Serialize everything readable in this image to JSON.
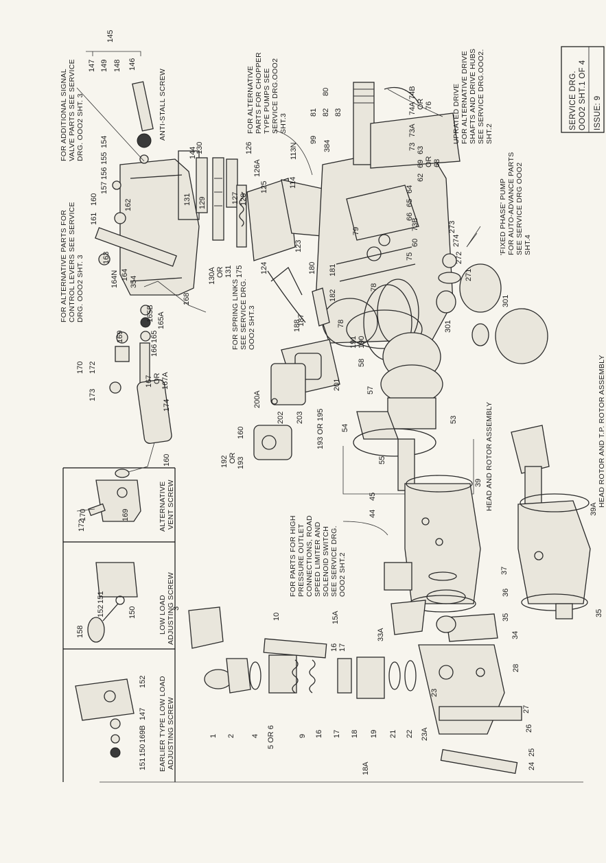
{
  "title_block": {
    "line1": "SERVICE DRG.",
    "line2": "OOO2 SHT.1 OF 4",
    "issue": "ISSUE: 9"
  },
  "notes": {
    "signal_valve": [
      "FOR ADDITIONAL SIGNAL",
      "VALVE PARTS SEE SERVICE",
      "DRG. OOO2 SHT. 3"
    ],
    "control_levers": [
      "FOR ALTERNATIVE PARTS FOR",
      "CONTROL LEVERS SEE SERVICE",
      "DRG. OOO2 SHT. 3"
    ],
    "chopper_pumps": [
      "FOR ALTERNATIVE",
      "PARTS FOR CHOPPER",
      "TYPE PUMPS SEE",
      "SERVICE DRG.OOO2",
      "SHT.3"
    ],
    "uprated_drive": [
      "UPRATED DRIVE",
      "FOR ALTERNATIVE DRIVE",
      "SHAFTS AND DRIVE HUBS",
      "SEE SERVICE DRG.OOO2.",
      "SHT.2"
    ],
    "fixed_phase": [
      "'FIXED PHASE' PUMP",
      "FOR AUTO-ADVANCE PARTS",
      "SEE SERVICE DRG OOO2",
      "SHT.4"
    ],
    "spring_links": [
      "FOR SPRING LINKS",
      "SEE SERVICE DRG.",
      "OOO2 SHT.3"
    ],
    "high_pressure": [
      "FOR PARTS FOR HIGH",
      "PRESSURE OUTLET",
      "CONNECTIONS, ROAD",
      "SPEED LIMITER AND",
      "SOLENOID SWITCH",
      "SEE SERVICE DRG.",
      "OOO2 SHT.2"
    ]
  },
  "captions": {
    "anti_stall": "ANTI-STALL SCREW",
    "head_rotor": "HEAD AND ROTOR ASSEMBLY",
    "head_rotor_tp": "HEAD ROTOR AND T.P. ROTOR ASSEMBLY",
    "alt_vent": [
      "ALTERNATIVE",
      "VENT SCREW"
    ],
    "low_load": [
      "LOW LOAD",
      "ADJUSTING SCREW"
    ],
    "earlier_type": [
      "EARLIER TYPE LOW LOAD",
      "ADJUSTING SCREW"
    ]
  },
  "part_numbers": {
    "top": [
      "145",
      "146",
      "147",
      "148",
      "149",
      "154",
      "155",
      "156",
      "157",
      "160",
      "161",
      "162",
      "163",
      "164N",
      "164",
      "354",
      "165B",
      "165A",
      "165",
      "166",
      "167",
      "OR",
      "167A",
      "168",
      "169",
      "170",
      "172",
      "173",
      "174",
      "160",
      "144",
      "130",
      "131",
      "129",
      "127",
      "128",
      "126",
      "126A",
      "125",
      "113N",
      "114",
      "123",
      "124",
      "175",
      "130A",
      "OR",
      "131"
    ],
    "center": [
      "80",
      "81",
      "82",
      "83",
      "99",
      "384",
      "74A",
      "74B",
      "OR",
      "76",
      "73A",
      "73",
      "63",
      "69",
      "62",
      "OR",
      "68",
      "64",
      "65",
      "66",
      "79",
      "73B",
      "60",
      "75",
      "78",
      "180",
      "181",
      "182",
      "187",
      "188",
      "78",
      "191",
      "190",
      "58",
      "57",
      "273",
      "274",
      "272",
      "271",
      "301",
      "301"
    ],
    "middle": [
      "200A",
      "201",
      "202",
      "203",
      "193 OR 195",
      "160",
      "192",
      "OR",
      "193",
      "54",
      "53",
      "55",
      "39",
      "44",
      "45",
      "37",
      "36",
      "35",
      "39A",
      "35"
    ],
    "lower": [
      "3",
      "1",
      "2",
      "4",
      "5 OR 6",
      "10",
      "15A",
      "16",
      "17",
      "9",
      "16",
      "17",
      "18",
      "19",
      "18A",
      "21",
      "22",
      "33A",
      "34",
      "28",
      "23",
      "23A",
      "27",
      "26",
      "24",
      "25"
    ],
    "inset_vent": [
      "170",
      "172",
      "169"
    ],
    "inset_low_load": [
      "158",
      "152",
      "151",
      "150"
    ],
    "inset_earlier": [
      "152",
      "147",
      "169B",
      "150",
      "151"
    ]
  }
}
